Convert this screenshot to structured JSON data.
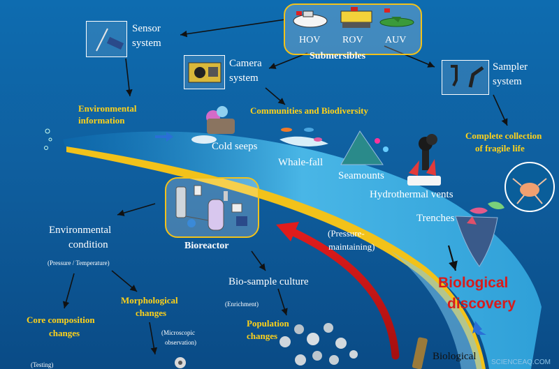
{
  "submersibles": {
    "title": "Submersibles",
    "items": [
      {
        "label": "HOV"
      },
      {
        "label": "ROV"
      },
      {
        "label": "AUV"
      }
    ]
  },
  "tools": {
    "sensor": {
      "line1": "Sensor",
      "line2": "system"
    },
    "camera": {
      "line1": "Camera",
      "line2": "system"
    },
    "sampler": {
      "line1": "Sampler",
      "line2": "system"
    }
  },
  "yellow_labels": {
    "env_info_1": "Environmental",
    "env_info_2": "information",
    "communities": "Communities and Biodiversity",
    "fragile_1": "Complete collection",
    "fragile_2": "of  fragile life",
    "morph_1": "Morphological",
    "morph_2": "changes",
    "core_1": "Core composition",
    "core_2": "changes",
    "pop_1": "Population",
    "pop_2": "changes"
  },
  "habitats": {
    "cold_seeps": "Cold seeps",
    "whale_fall": "Whale-fall",
    "seamounts": "Seamounts",
    "vents": "Hydrothermal vents",
    "trenches": "Trenches"
  },
  "lab": {
    "bioreactor": "Bioreactor",
    "env_condition_1": "Environmental",
    "env_condition_2": "condition",
    "pressure_temp": "(Pressure / Temperature)",
    "culture": "Bio-sample culture",
    "enrichment": "(Enrichment)",
    "microscopic_1": "(Microscopic",
    "microscopic_2": "observation)",
    "testing": "(Testing)",
    "pressure_maint_1": "(Pressure-",
    "pressure_maint_2": "maintaining)"
  },
  "discovery": {
    "line1": "Biological",
    "line2": "discovery"
  },
  "bottom": {
    "biological": "Biological"
  },
  "watermark": "SCIENCEAQ.COM",
  "colors": {
    "accent_yellow": "#ffd21a",
    "discovery_red": "#d81b1b",
    "ocean": "#0f5f9f",
    "arrow_red": "#c81414"
  }
}
